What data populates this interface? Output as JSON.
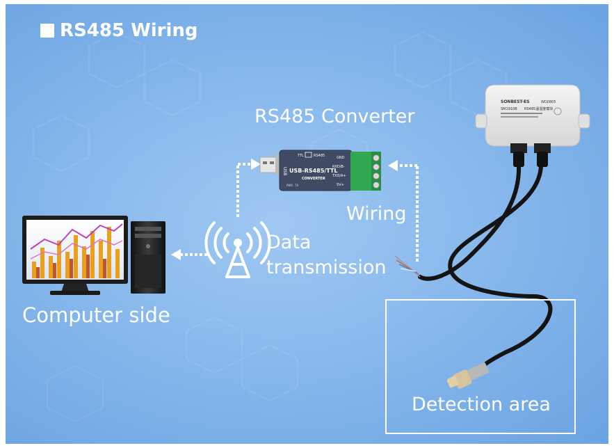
{
  "title": "RS485 Wiring",
  "labels": {
    "converter": "RS485 Converter",
    "wiring": "Wiring",
    "data_line1": "Data",
    "data_line2": "transmission",
    "computer": "Computer side",
    "detection": "Detection area"
  },
  "converter_device": {
    "ttl": "TTL",
    "rs485": "RS485",
    "usb": "USB",
    "model": "USB-RS485/TTL",
    "sub": "CONVERTER",
    "pins": [
      "GND",
      "RXD/B-",
      "TXD/A+",
      "5V+"
    ],
    "leds": [
      "PWR",
      "TX"
    ]
  },
  "sensor_device": {
    "brand": "SONBEST-ES",
    "code": "WD0805",
    "model": "SM1910B",
    "desc": "RS485温湿度模块"
  },
  "colors": {
    "background": "#88b8ec",
    "text": "#ffffff",
    "bar_orange": "#e8a020",
    "line_purple": "#c040c0"
  }
}
